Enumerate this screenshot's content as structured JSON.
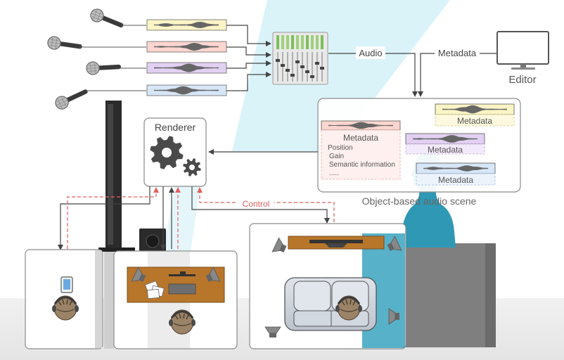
{
  "labels": {
    "audio": "Audio",
    "metadata_top": "Metadata",
    "editor": "Editor",
    "renderer": "Renderer",
    "control": "Control",
    "scene_caption": "Object-based audio scene",
    "object_metadata": "Metadata",
    "object_metadata_2": "Metadata",
    "object_metadata_3": "Metadata",
    "object_metadata_4": "Metadata",
    "meta_position": "Position",
    "meta_gain": "Gain",
    "meta_semantic": "Semantic information",
    "meta_more": "....."
  },
  "colors": {
    "track_yellow": "#fbf4c6",
    "track_pink": "#fbd5cf",
    "track_purple": "#e2d0f2",
    "track_blue": "#d7e6f7",
    "waveform": "#666666",
    "control_arrow": "#e06060",
    "cyan_beam": "#d9f3f9",
    "person": "#2f98b4",
    "wall_gray": "#7f7f7f",
    "desk_orange": "#b8762b",
    "sofa": "#cfd5de"
  },
  "icons": {
    "microphone": "microphone-icon",
    "mixer": "mixing-console-icon",
    "monitor": "monitor-icon",
    "gear": "gear-icon",
    "tablet": "tablet-icon",
    "speaker": "speaker-icon",
    "listener": "listener-head-icon"
  }
}
